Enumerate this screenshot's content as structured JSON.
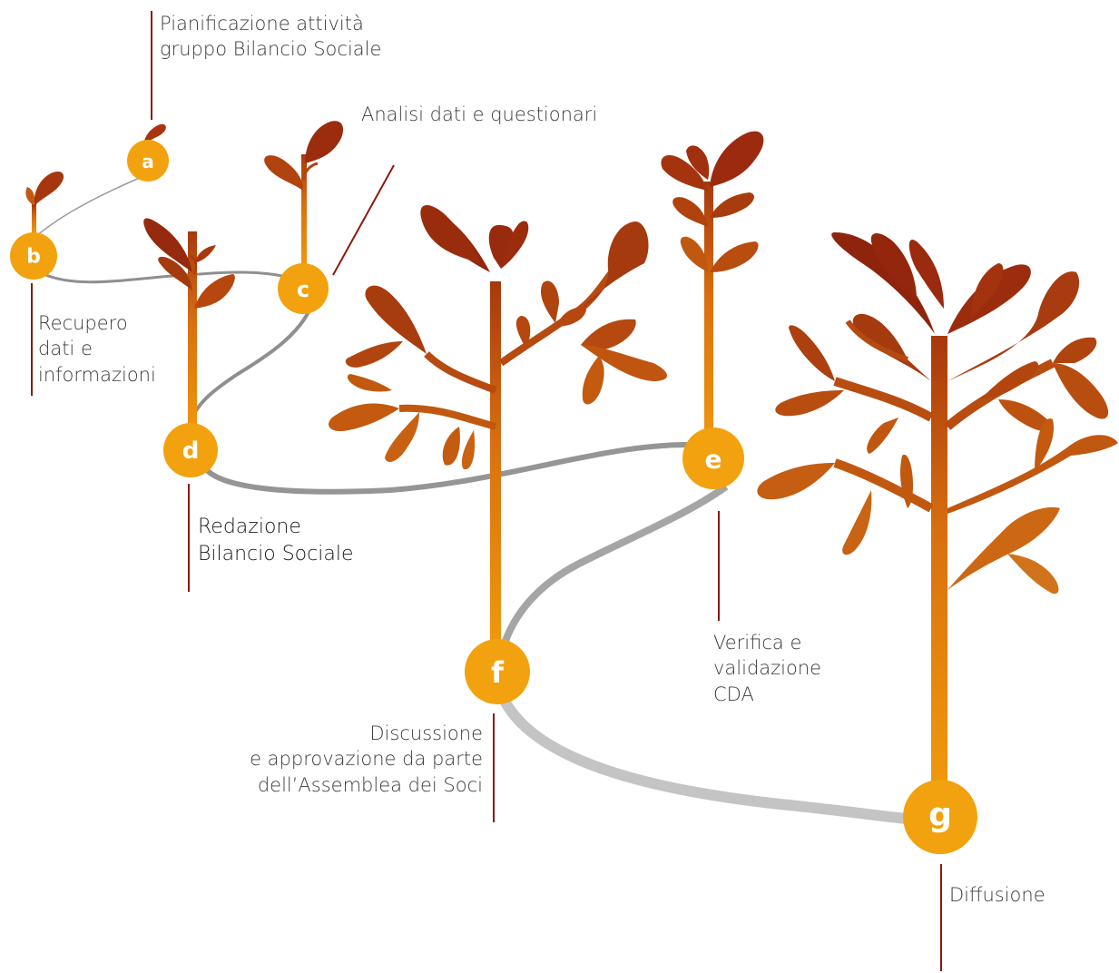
{
  "steps": [
    {
      "letter": "a",
      "label_lines": [
        "Pianificazione attività",
        "gruppo Bilancio Sociale"
      ]
    },
    {
      "letter": "b",
      "label_lines": [
        "Recupero",
        "dati e",
        "informazioni"
      ]
    },
    {
      "letter": "c",
      "label_lines": [
        "Analisi dati e questionari"
      ]
    },
    {
      "letter": "d",
      "label_lines": [
        "Redazione",
        "Bilancio Sociale"
      ]
    },
    {
      "letter": "e",
      "label_lines": [
        "Verifica e",
        "validazione",
        "CDA"
      ]
    },
    {
      "letter": "f",
      "label_lines": [
        "Discussione",
        "e approvazione da parte",
        "dell’Assemblea dei Soci"
      ]
    },
    {
      "letter": "g",
      "label_lines": [
        "Diffusione"
      ]
    }
  ],
  "colors": {
    "node": "#f2a20e",
    "trunk": "#e8860f",
    "leaf_dark": "#93260e",
    "leaf_mid": "#b74a10",
    "leaf_light": "#d0731a",
    "connector": "#8b1a0a",
    "path_gray": "#8f8f8f",
    "path_light": "#c4c4c4"
  },
  "icons": [
    "tree-icon",
    "leaf-icon"
  ]
}
